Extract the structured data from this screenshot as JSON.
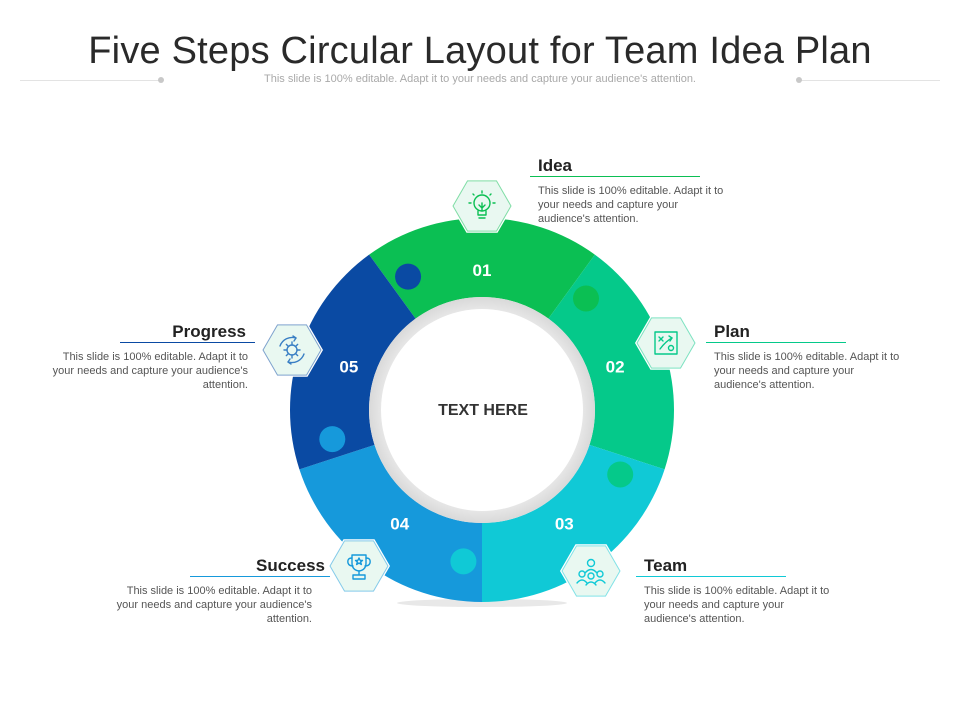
{
  "title": "Five Steps Circular Layout for Team Idea Plan",
  "subtitle": "This slide is 100% editable. Adapt it to your needs and capture your audience's attention.",
  "center_text": "TEXT HERE",
  "steps": [
    {
      "number": "01",
      "label": "Idea",
      "description": "This slide is 100% editable. Adapt it to your needs and capture your audience's attention.",
      "color": "#0bbf53",
      "icon": "lightbulb-icon"
    },
    {
      "number": "02",
      "label": "Plan",
      "description": "This slide is 100% editable. Adapt it to your needs and capture your audience's attention.",
      "color": "#05c98a",
      "icon": "strategy-board-icon"
    },
    {
      "number": "03",
      "label": "Team",
      "description": "This slide is 100% editable. Adapt it to your needs and capture your audience's attention.",
      "color": "#10c9d6",
      "icon": "team-icon"
    },
    {
      "number": "04",
      "label": "Success",
      "description": "This slide is 100% editable. Adapt it to your needs and capture your audience's attention.",
      "color": "#1699db",
      "icon": "trophy-icon"
    },
    {
      "number": "05",
      "label": "Progress",
      "description": "This slide is 100% editable. Adapt it to your needs and capture your audience's attention.",
      "color": "#0a4aa3",
      "icon": "gear-cycle-icon"
    }
  ]
}
